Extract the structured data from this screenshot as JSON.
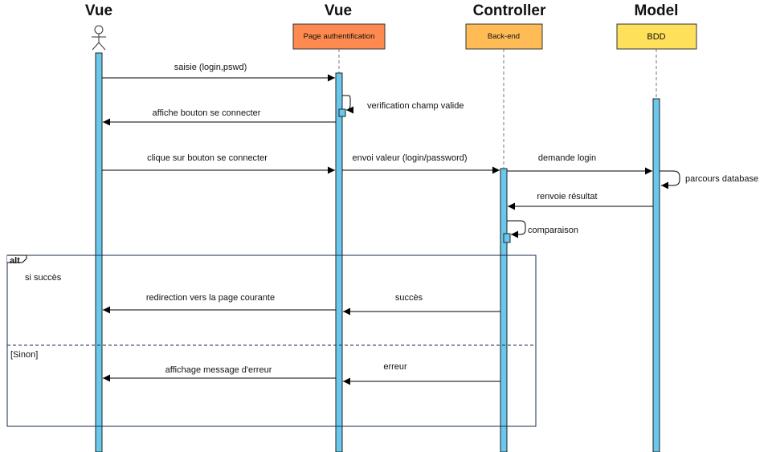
{
  "columns": {
    "c1": {
      "title": "Vue"
    },
    "c2": {
      "title": "Vue",
      "box": "Page authentification",
      "box_color": "#ff8a50"
    },
    "c3": {
      "title": "Controller",
      "box": "Back-end",
      "box_color": "#ffbb55"
    },
    "c4": {
      "title": "Model",
      "box": "BDD",
      "box_color": "#ffe05a"
    }
  },
  "colors": {
    "lifeline_bar": "#69c8ec",
    "fragment_border": "#1a2a55"
  },
  "messages": {
    "m1": "saisie (login,pswd)",
    "m2": "verification champ valide",
    "m3": "affiche bouton se connecter",
    "m4": "clique sur bouton se connecter",
    "m5": "envoi valeur (login/password)",
    "m6": "demande login",
    "m7": "parcours database",
    "m8": "renvoie résultat",
    "m9": "comparaison",
    "m10": "redirection vers la page courante",
    "m11": "succès",
    "m12": "affichage message d'erreur",
    "m13": "erreur"
  },
  "fragment": {
    "operator": "alt",
    "guard1": "si succès",
    "guard2": "[Sinon]"
  }
}
